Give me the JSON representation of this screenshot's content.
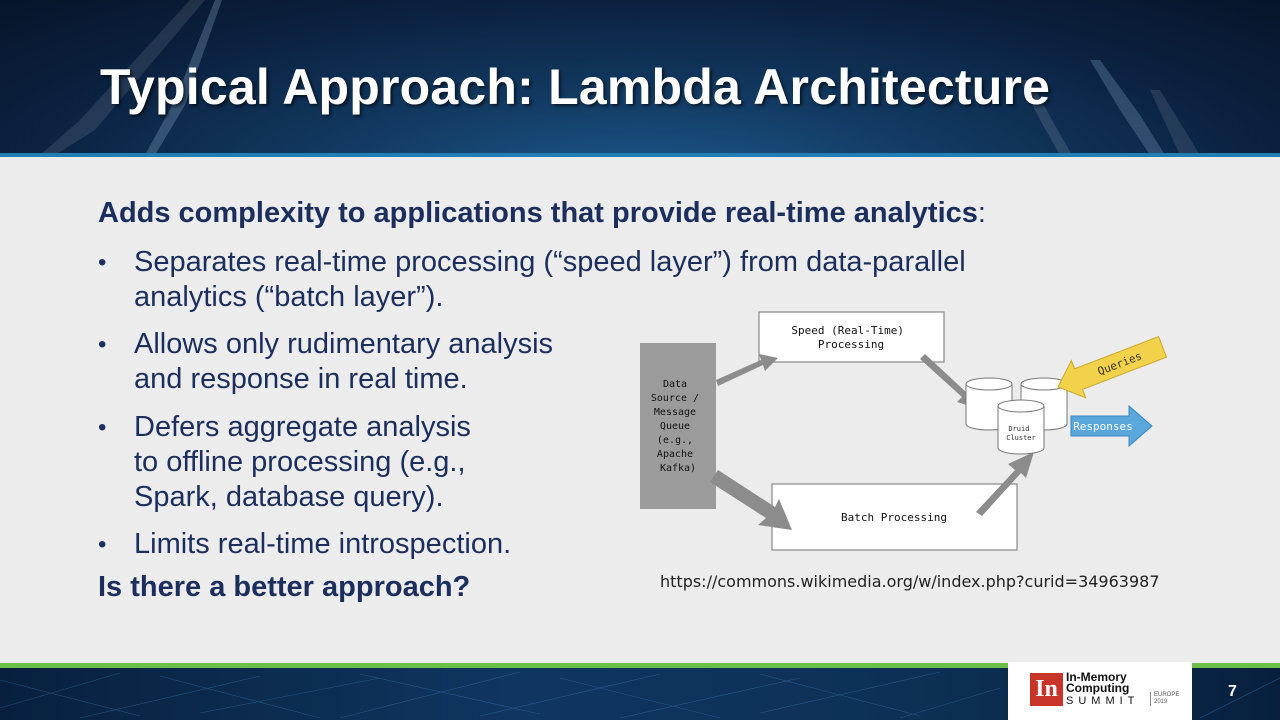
{
  "slide": {
    "title": "Typical Approach: Lambda Architecture",
    "intro": "Adds complexity to applications that provide real-time analytics",
    "intro_colon": ":",
    "bullet_char": "•",
    "bullets": [
      "Separates real-time processing (“speed layer”) from data-parallel\nanalytics (“batch layer”).",
      "Allows only rudimentary analysis\nand response in real time.",
      "Defers aggregate analysis\nto offline processing (e.g.,\nSpark, database query).",
      "Limits real-time introspection."
    ],
    "question": "Is there a better approach?",
    "page_number": "7"
  },
  "diagram": {
    "data_source_lines": [
      "Data",
      "Source /",
      "Message",
      "Queue",
      "(e.g.,",
      "Apache",
      "Kafka)"
    ],
    "speed_lines": [
      "Speed (Real-Time)",
      "Processing"
    ],
    "batch_label": "Batch Processing",
    "cluster_lines": [
      "Druid",
      "Cluster"
    ],
    "queries_label": "Queries",
    "responses_label": "Responses",
    "source_url": "https://commons.wikimedia.org/w/index.php?curid=34963987"
  },
  "logo": {
    "mark": "In",
    "line1": "In-Memory",
    "line2": "Computing",
    "summit": "SUMMIT",
    "europe": "EUROPE\n2019"
  },
  "colors": {
    "text_navy": "#1c2e5c",
    "queries_arrow": "#f2d24a",
    "responses_arrow": "#5aa7dc",
    "footer_accent": "#6cc04a",
    "logo_red": "#c8342a"
  }
}
